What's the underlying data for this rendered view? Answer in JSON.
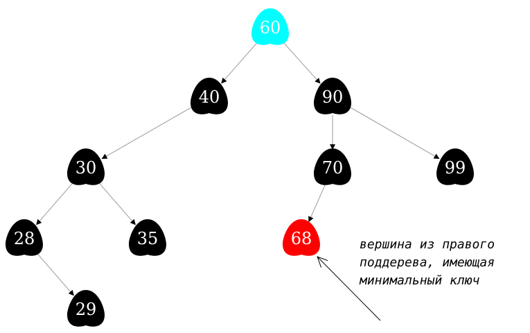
{
  "colors": {
    "root": "#00ffff",
    "default": "#000000",
    "highlight": "#ff0000",
    "edge": "#999999",
    "label": "#ffffff"
  },
  "nodes": [
    {
      "id": "n60",
      "label": "60",
      "color": "root"
    },
    {
      "id": "n40",
      "label": "40",
      "color": "default"
    },
    {
      "id": "n90",
      "label": "90",
      "color": "default"
    },
    {
      "id": "n30",
      "label": "30",
      "color": "default"
    },
    {
      "id": "n70",
      "label": "70",
      "color": "default"
    },
    {
      "id": "n99",
      "label": "99",
      "color": "default"
    },
    {
      "id": "n28",
      "label": "28",
      "color": "default"
    },
    {
      "id": "n35",
      "label": "35",
      "color": "default"
    },
    {
      "id": "n68",
      "label": "68",
      "color": "highlight"
    },
    {
      "id": "n29",
      "label": "29",
      "color": "default"
    }
  ],
  "edges": [
    {
      "from": "n60",
      "to": "n40"
    },
    {
      "from": "n60",
      "to": "n90"
    },
    {
      "from": "n40",
      "to": "n30"
    },
    {
      "from": "n90",
      "to": "n70"
    },
    {
      "from": "n90",
      "to": "n99"
    },
    {
      "from": "n30",
      "to": "n28"
    },
    {
      "from": "n30",
      "to": "n35"
    },
    {
      "from": "n70",
      "to": "n68"
    },
    {
      "from": "n28",
      "to": "n29"
    }
  ],
  "annotation": {
    "lines": [
      "вершина из правого",
      "поддерева, имеющая",
      "минимальный ключ"
    ],
    "points_to": "n68"
  }
}
